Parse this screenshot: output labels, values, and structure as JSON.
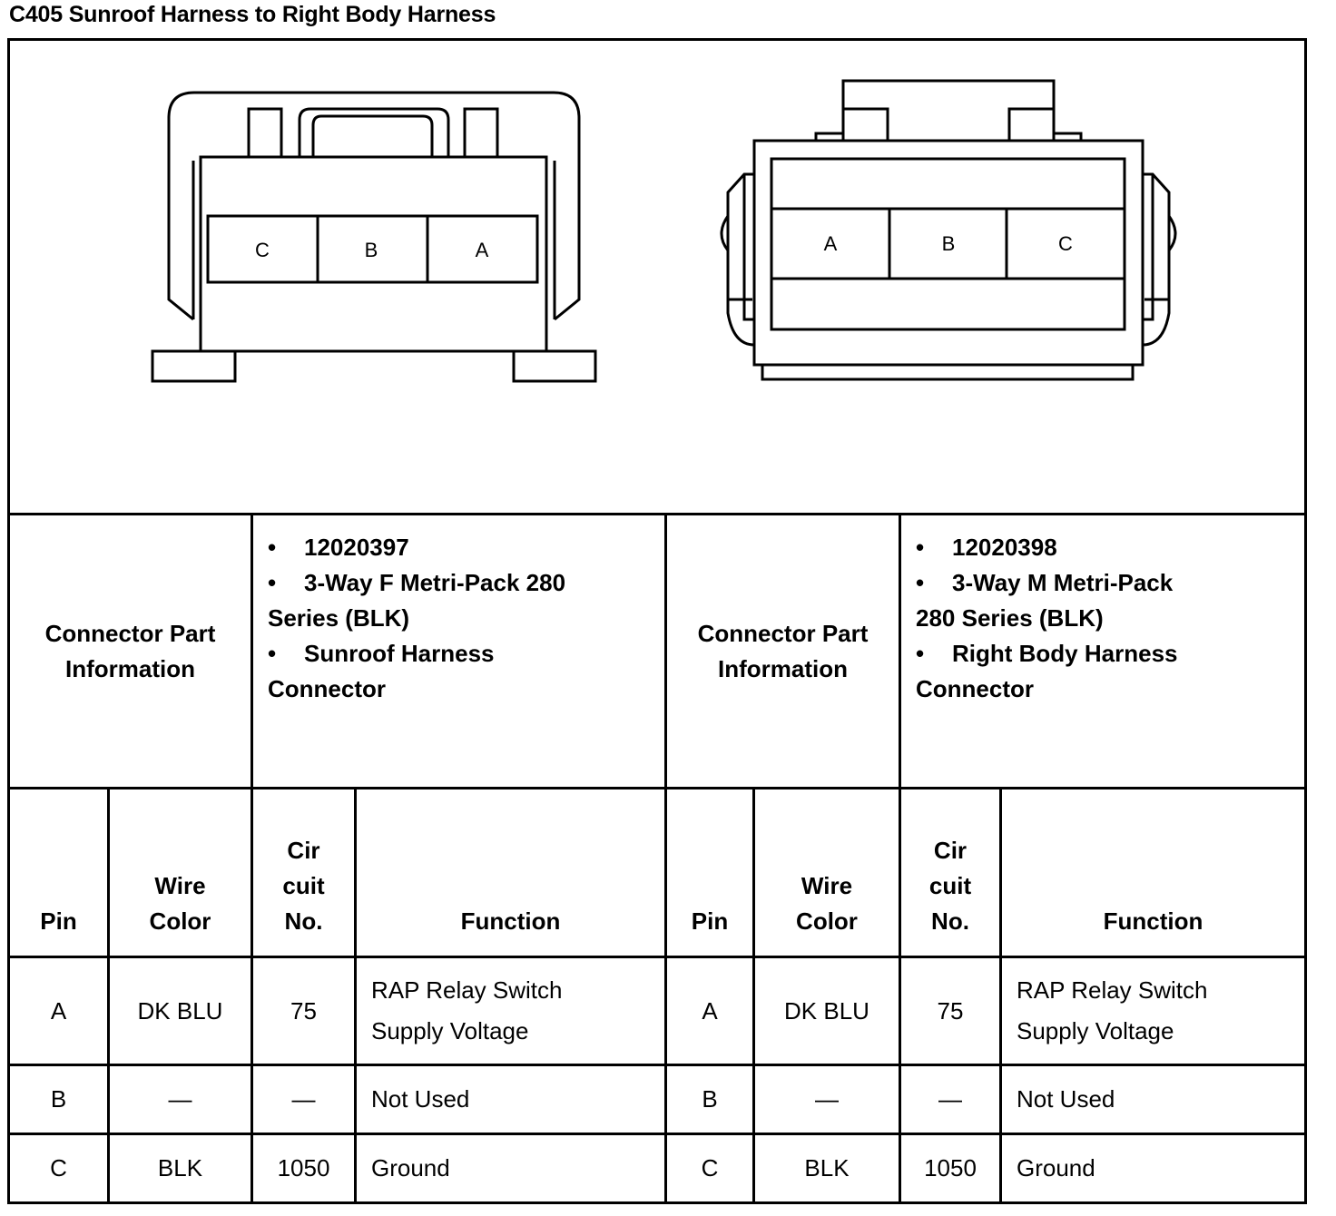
{
  "title": "C405 Sunroof Harness to Right Body Harness",
  "connectors": {
    "left": {
      "pins": [
        "C",
        "B",
        "A"
      ]
    },
    "right": {
      "pins": [
        "A",
        "B",
        "C"
      ]
    }
  },
  "part_info": {
    "label_line1": "Connector Part",
    "label_line2": "Information",
    "left": {
      "bullet": "•",
      "part_number": "12020397",
      "type_line1": "3-Way F Metri-Pack 280",
      "type_line2": "Series (BLK)",
      "desc_line1": "Sunroof Harness",
      "desc_line2": "Connector"
    },
    "right": {
      "bullet": "•",
      "part_number": "12020398",
      "type_line1": "3-Way M Metri-Pack",
      "type_line2": "280 Series (BLK)",
      "desc_line1": "Right Body Harness",
      "desc_line2": "Connector"
    }
  },
  "table": {
    "headers": {
      "pin": "Pin",
      "wire_line1": "Wire",
      "wire_line2": "Color",
      "cir_line1": "Cir",
      "cir_line2": "cuit",
      "cir_line3": "No.",
      "function": "Function"
    },
    "rows": [
      {
        "pin": "A",
        "wire": "DK BLU",
        "circuit": "75",
        "func_line1": "RAP Relay Switch",
        "func_line2": "Supply Voltage"
      },
      {
        "pin": "B",
        "wire": "—",
        "circuit": "—",
        "func_line1": "Not Used",
        "func_line2": ""
      },
      {
        "pin": "C",
        "wire": "BLK",
        "circuit": "1050",
        "func_line1": "Ground",
        "func_line2": ""
      }
    ]
  }
}
